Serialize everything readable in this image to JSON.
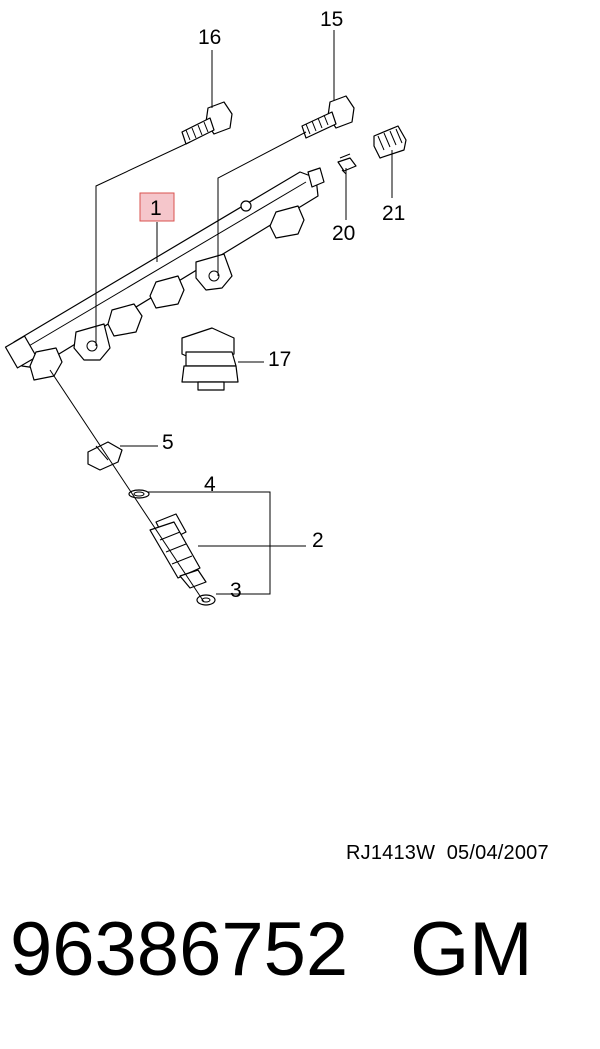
{
  "diagram": {
    "highlight_color": "#f5c6cb",
    "highlight_border": "#d9534f",
    "callouts": {
      "c1": "1",
      "c2": "2",
      "c3": "3",
      "c4": "4",
      "c5": "5",
      "c15": "15",
      "c16": "16",
      "c17": "17",
      "c20": "20",
      "c21": "21"
    }
  },
  "footer": {
    "reference": "RJ1413W",
    "date": "05/04/2007",
    "part_number": "96386752",
    "brand": "GM"
  }
}
